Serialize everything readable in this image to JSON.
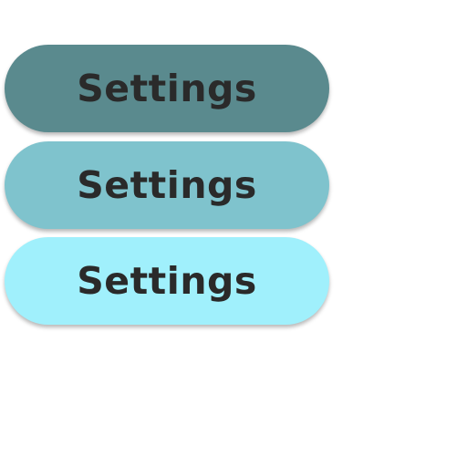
{
  "buttons": [
    {
      "label": "Settings",
      "state": "pressed",
      "color": "#5a8a8e"
    },
    {
      "label": "Settings",
      "state": "hover",
      "color": "#7fc3cd"
    },
    {
      "label": "Settings",
      "state": "normal",
      "color": "#a0f0fc"
    }
  ]
}
